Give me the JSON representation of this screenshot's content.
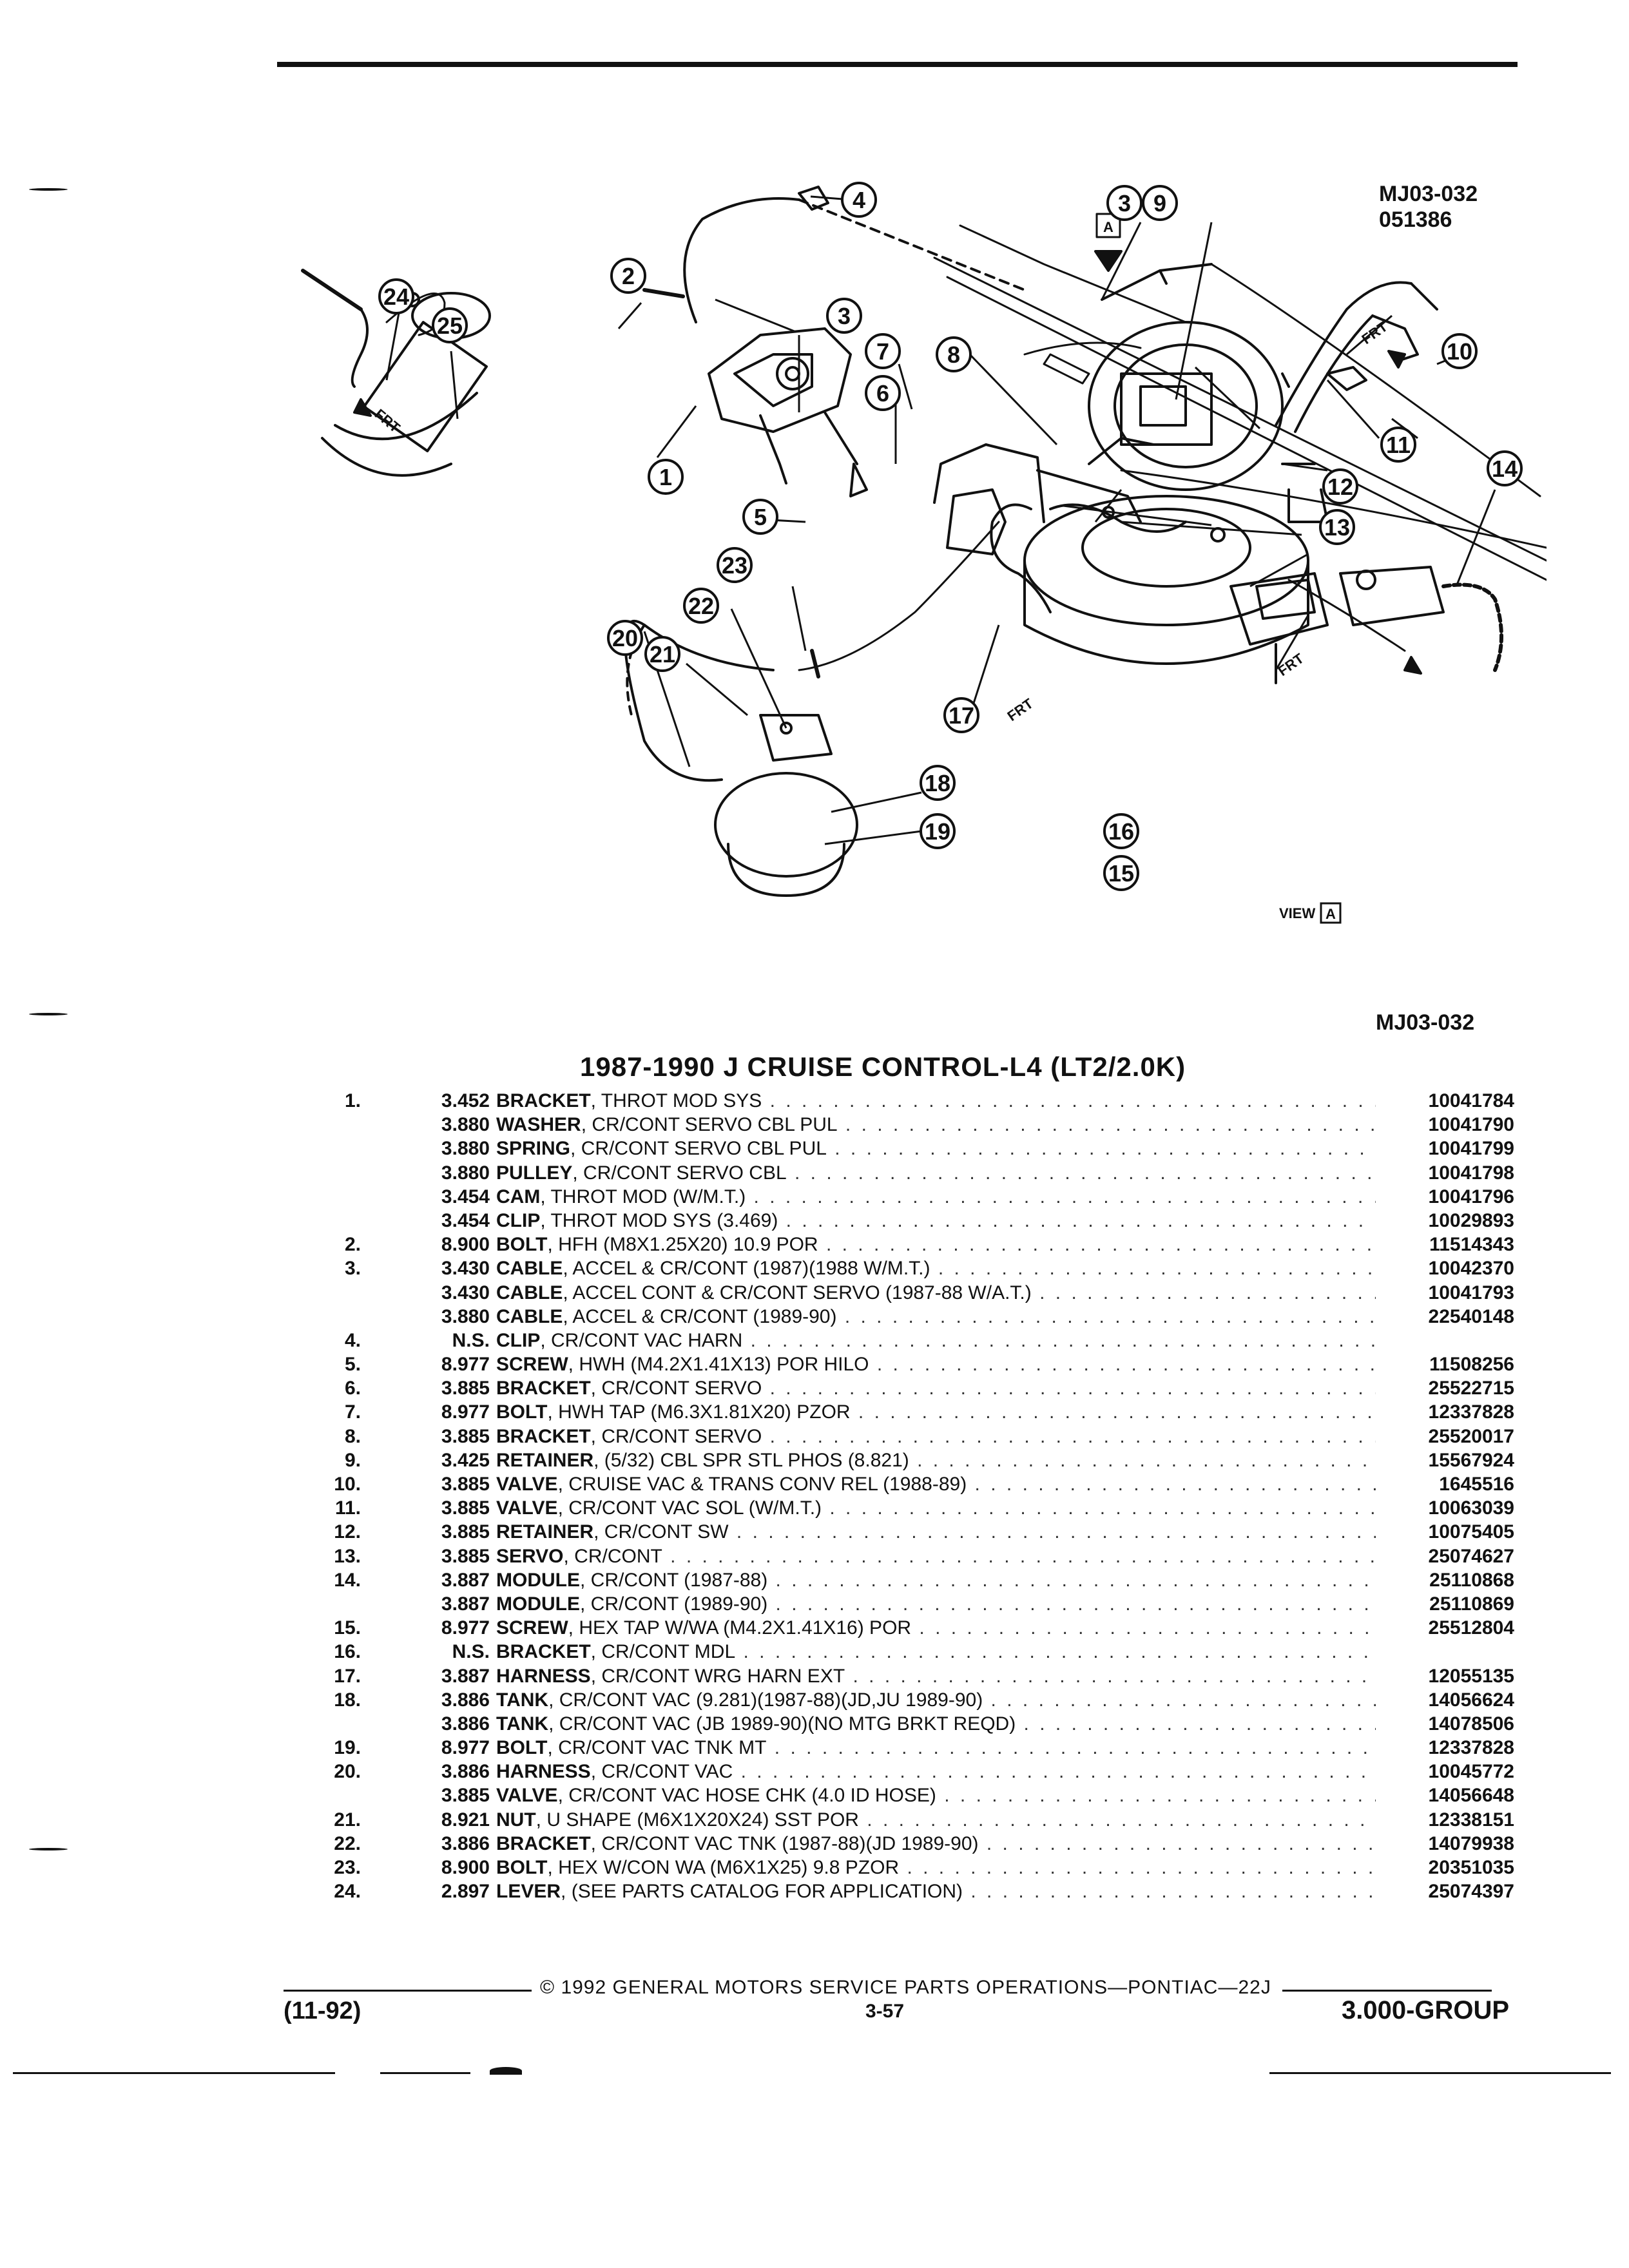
{
  "diagram": {
    "ref_code": "MJ03-032",
    "ref_date": "051386",
    "ref_code_bottom": "MJ03-032",
    "view_box_letter": "A",
    "view_label": "VIEW",
    "frt_label": "FRT",
    "callouts": [
      "1",
      "2",
      "3",
      "3",
      "4",
      "5",
      "6",
      "7",
      "8",
      "9",
      "10",
      "11",
      "12",
      "13",
      "14",
      "15",
      "16",
      "17",
      "18",
      "19",
      "20",
      "21",
      "22",
      "23",
      "24",
      "25"
    ]
  },
  "title": "1987-1990 J CRUISE CONTROL-L4 (LT2/2.0K)",
  "parts": [
    {
      "num": "1.",
      "group": "3.452",
      "name": "BRACKET",
      "desc": ", THROT MOD SYS",
      "part": "10041784"
    },
    {
      "num": "",
      "group": "3.880",
      "name": "WASHER",
      "desc": ", CR/CONT SERVO CBL PUL",
      "part": "10041790"
    },
    {
      "num": "",
      "group": "3.880",
      "name": "SPRING",
      "desc": ", CR/CONT SERVO CBL PUL",
      "part": "10041799"
    },
    {
      "num": "",
      "group": "3.880",
      "name": "PULLEY",
      "desc": ", CR/CONT SERVO CBL",
      "part": "10041798"
    },
    {
      "num": "",
      "group": "3.454",
      "name": "CAM",
      "desc": ", THROT MOD (W/M.T.)",
      "part": "10041796"
    },
    {
      "num": "",
      "group": "3.454",
      "name": "CLIP",
      "desc": ", THROT MOD SYS (3.469)",
      "part": "10029893"
    },
    {
      "num": "2.",
      "group": "8.900",
      "name": "BOLT",
      "desc": ", HFH (M8X1.25X20) 10.9 POR",
      "part": "11514343"
    },
    {
      "num": "3.",
      "group": "3.430",
      "name": "CABLE",
      "desc": ", ACCEL & CR/CONT (1987)(1988 W/M.T.)",
      "part": "10042370"
    },
    {
      "num": "",
      "group": "3.430",
      "name": "CABLE",
      "desc": ", ACCEL CONT & CR/CONT SERVO (1987-88 W/A.T.)",
      "part": "10041793"
    },
    {
      "num": "",
      "group": "3.880",
      "name": "CABLE",
      "desc": ", ACCEL & CR/CONT (1989-90)",
      "part": "22540148"
    },
    {
      "num": "4.",
      "group": "N.S.",
      "name": "CLIP",
      "desc": ", CR/CONT VAC HARN",
      "part": ""
    },
    {
      "num": "5.",
      "group": "8.977",
      "name": "SCREW",
      "desc": ", HWH (M4.2X1.41X13) POR HILO",
      "part": "11508256"
    },
    {
      "num": "6.",
      "group": "3.885",
      "name": "BRACKET",
      "desc": ", CR/CONT SERVO",
      "part": "25522715"
    },
    {
      "num": "7.",
      "group": "8.977",
      "name": "BOLT",
      "desc": ", HWH TAP (M6.3X1.81X20) PZOR",
      "part": "12337828"
    },
    {
      "num": "8.",
      "group": "3.885",
      "name": "BRACKET",
      "desc": ", CR/CONT SERVO",
      "part": "25520017"
    },
    {
      "num": "9.",
      "group": "3.425",
      "name": "RETAINER",
      "desc": ", (5/32) CBL SPR STL PHOS (8.821)",
      "part": "15567924"
    },
    {
      "num": "10.",
      "group": "3.885",
      "name": "VALVE",
      "desc": ", CRUISE VAC & TRANS CONV REL (1988-89)",
      "part": "1645516"
    },
    {
      "num": "11.",
      "group": "3.885",
      "name": "VALVE",
      "desc": ", CR/CONT VAC SOL (W/M.T.)",
      "part": "10063039"
    },
    {
      "num": "12.",
      "group": "3.885",
      "name": "RETAINER",
      "desc": ", CR/CONT SW",
      "part": "10075405"
    },
    {
      "num": "13.",
      "group": "3.885",
      "name": "SERVO",
      "desc": ", CR/CONT",
      "part": "25074627"
    },
    {
      "num": "14.",
      "group": "3.887",
      "name": "MODULE",
      "desc": ", CR/CONT (1987-88)",
      "part": "25110868"
    },
    {
      "num": "",
      "group": "3.887",
      "name": "MODULE",
      "desc": ", CR/CONT (1989-90)",
      "part": "25110869"
    },
    {
      "num": "15.",
      "group": "8.977",
      "name": "SCREW",
      "desc": ", HEX TAP W/WA (M4.2X1.41X16) POR",
      "part": "25512804"
    },
    {
      "num": "16.",
      "group": "N.S.",
      "name": "BRACKET",
      "desc": ", CR/CONT MDL",
      "part": ""
    },
    {
      "num": "17.",
      "group": "3.887",
      "name": "HARNESS",
      "desc": ", CR/CONT WRG HARN EXT",
      "part": "12055135"
    },
    {
      "num": "18.",
      "group": "3.886",
      "name": "TANK",
      "desc": ", CR/CONT VAC (9.281)(1987-88)(JD,JU 1989-90)",
      "part": "14056624"
    },
    {
      "num": "",
      "group": "3.886",
      "name": "TANK",
      "desc": ", CR/CONT VAC (JB 1989-90)(NO MTG BRKT REQD)",
      "part": "14078506"
    },
    {
      "num": "19.",
      "group": "8.977",
      "name": "BOLT",
      "desc": ", CR/CONT VAC TNK MT",
      "part": "12337828"
    },
    {
      "num": "20.",
      "group": "3.886",
      "name": "HARNESS",
      "desc": ", CR/CONT VAC",
      "part": "10045772"
    },
    {
      "num": "",
      "group": "3.885",
      "name": "VALVE",
      "desc": ", CR/CONT VAC HOSE CHK (4.0 ID HOSE)",
      "part": "14056648"
    },
    {
      "num": "21.",
      "group": "8.921",
      "name": "NUT",
      "desc": ", U SHAPE (M6X1X20X24) SST POR",
      "part": "12338151"
    },
    {
      "num": "22.",
      "group": "3.886",
      "name": "BRACKET",
      "desc": ", CR/CONT VAC TNK (1987-88)(JD 1989-90)",
      "part": "14079938"
    },
    {
      "num": "23.",
      "group": "8.900",
      "name": "BOLT",
      "desc": ", HEX W/CON WA (M6X1X25) 9.8 PZOR",
      "part": "20351035"
    },
    {
      "num": "24.",
      "group": "2.897",
      "name": "LEVER",
      "desc": ", (SEE PARTS CATALOG FOR APPLICATION)",
      "part": "25074397"
    }
  ],
  "footer": {
    "copyright": "© 1992 GENERAL MOTORS SERVICE PARTS OPERATIONS—PONTIAC—22J",
    "date": "(11-92)",
    "page": "3-57",
    "group": "3.000-GROUP"
  }
}
